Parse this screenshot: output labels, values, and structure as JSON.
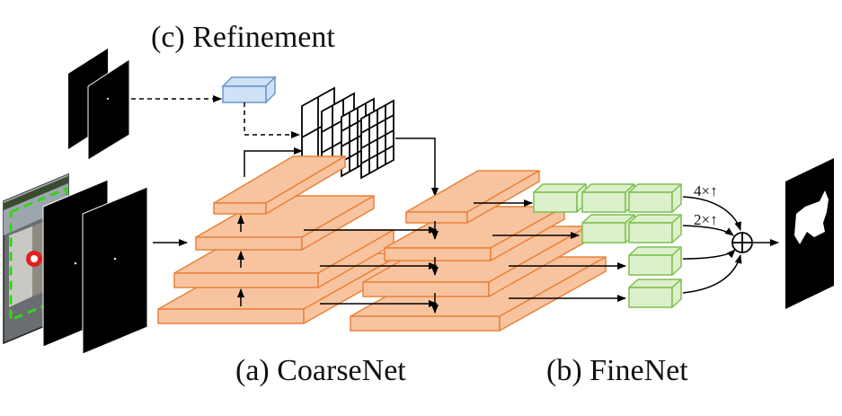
{
  "captions": {
    "refinement": "(c) Refinement",
    "coarsenet": "(a) CoarseNet",
    "finenet": "(b) FineNet"
  },
  "upsample_labels": {
    "x4": "4×↑",
    "x2": "2×↑"
  },
  "colors": {
    "coarse_fill": "#F8C4A0",
    "coarse_stroke": "#E8823A",
    "fine_fill": "#DDF0CC",
    "fine_stroke": "#7DBF4F",
    "refine_fill": "#CFE2F5",
    "refine_stroke": "#6A97C8",
    "arrow": "#000000"
  }
}
